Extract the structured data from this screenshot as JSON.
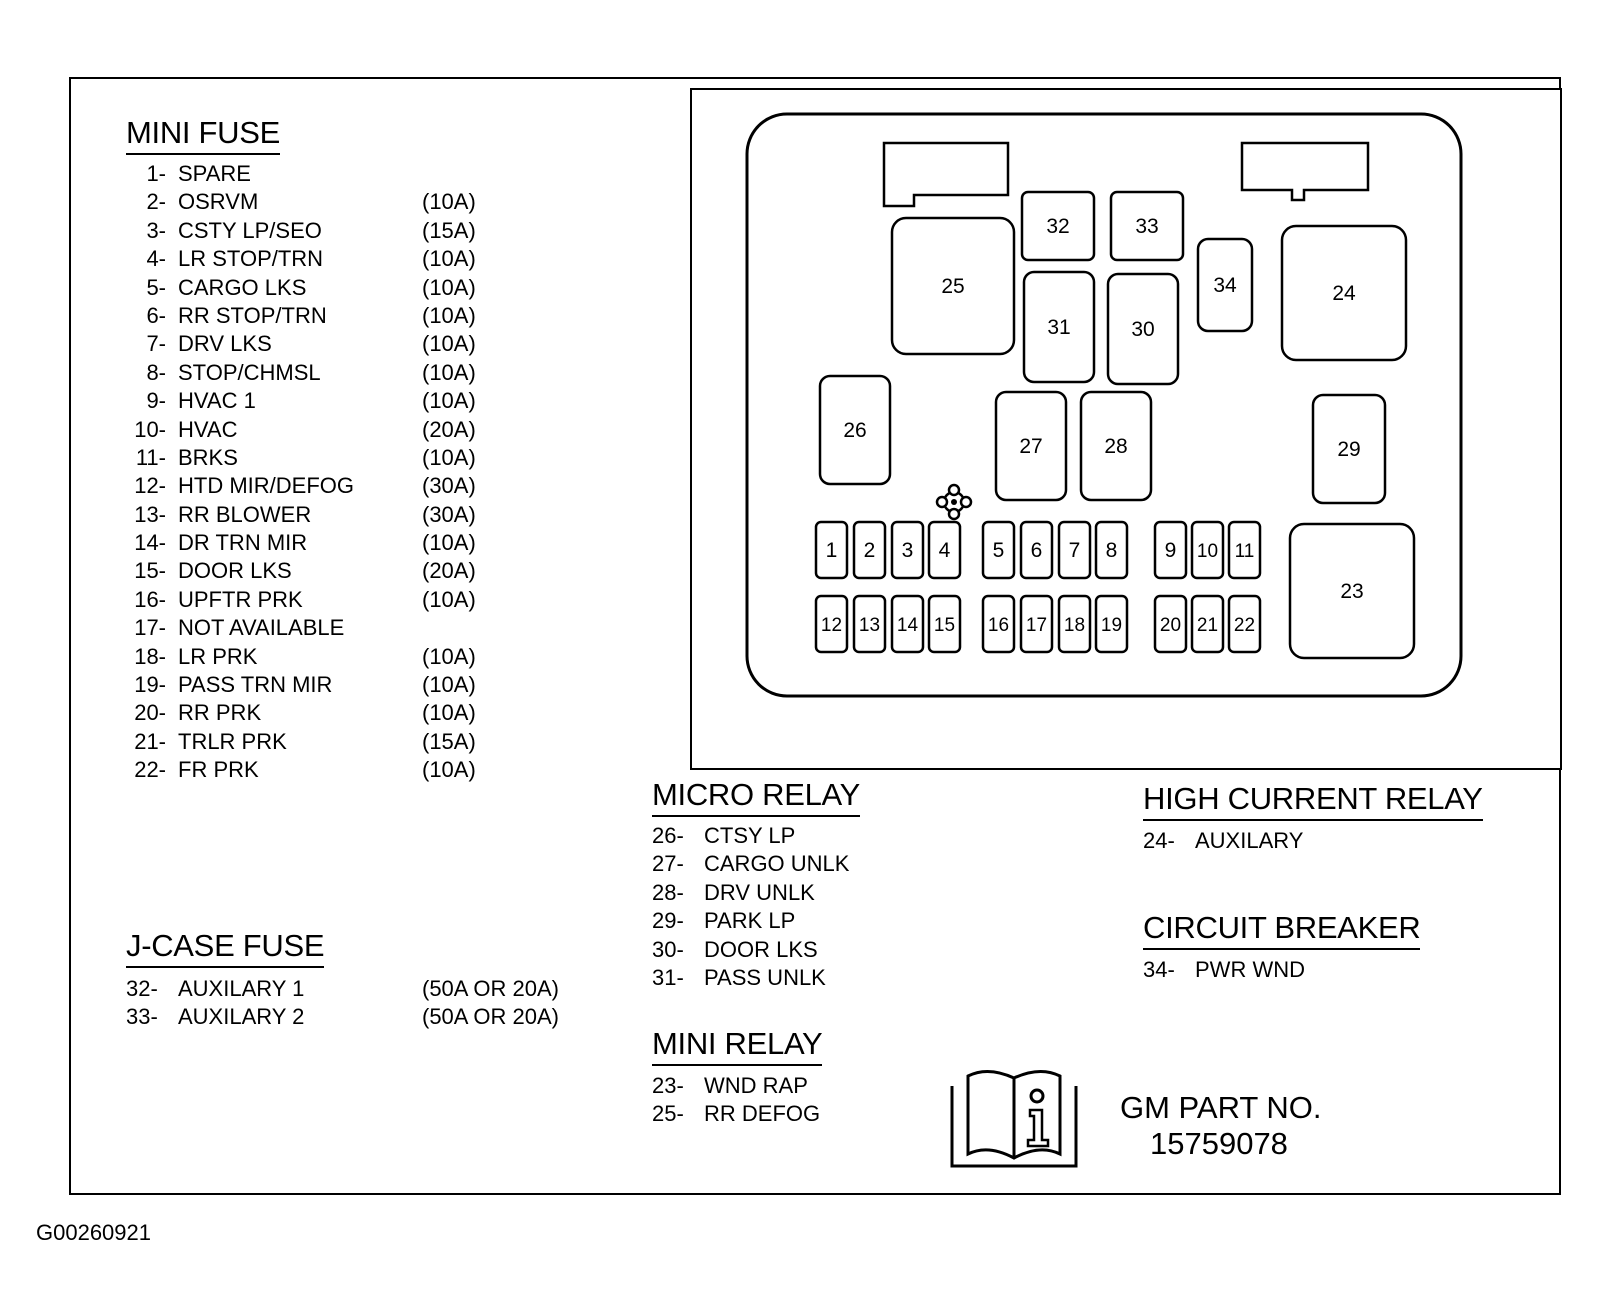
{
  "mini_fuse": {
    "title": "MINI FUSE",
    "items": [
      {
        "num": "1-",
        "label": "SPARE",
        "rating": ""
      },
      {
        "num": "2-",
        "label": "OSRVM",
        "rating": "(10A)"
      },
      {
        "num": "3-",
        "label": "CSTY LP/SEO",
        "rating": "(15A)"
      },
      {
        "num": "4-",
        "label": "LR STOP/TRN",
        "rating": "(10A)"
      },
      {
        "num": "5-",
        "label": "CARGO LKS",
        "rating": "(10A)"
      },
      {
        "num": "6-",
        "label": "RR STOP/TRN",
        "rating": "(10A)"
      },
      {
        "num": "7-",
        "label": "DRV LKS",
        "rating": "(10A)"
      },
      {
        "num": "8-",
        "label": "STOP/CHMSL",
        "rating": "(10A)"
      },
      {
        "num": "9-",
        "label": "HVAC 1",
        "rating": "(10A)"
      },
      {
        "num": "10-",
        "label": "HVAC",
        "rating": "(20A)"
      },
      {
        "num": "11-",
        "label": "BRKS",
        "rating": "(10A)"
      },
      {
        "num": "12-",
        "label": "HTD MIR/DEFOG",
        "rating": "(30A)"
      },
      {
        "num": "13-",
        "label": "RR BLOWER",
        "rating": "(30A)"
      },
      {
        "num": "14-",
        "label": "DR TRN MIR",
        "rating": "(10A)"
      },
      {
        "num": "15-",
        "label": "DOOR LKS",
        "rating": "(20A)"
      },
      {
        "num": "16-",
        "label": "UPFTR PRK",
        "rating": "(10A)"
      },
      {
        "num": "17-",
        "label": "NOT AVAILABLE",
        "rating": ""
      },
      {
        "num": "18-",
        "label": "LR PRK",
        "rating": "(10A)"
      },
      {
        "num": "19-",
        "label": "PASS TRN MIR",
        "rating": "(10A)"
      },
      {
        "num": "20-",
        "label": "RR PRK",
        "rating": "(10A)"
      },
      {
        "num": "21-",
        "label": "TRLR PRK",
        "rating": "(15A)"
      },
      {
        "num": "22-",
        "label": "FR PRK",
        "rating": "(10A)"
      }
    ]
  },
  "j_case_fuse": {
    "title": "J-CASE FUSE",
    "items": [
      {
        "num": "32-",
        "label": "AUXILARY 1",
        "rating": "(50A OR 20A)"
      },
      {
        "num": "33-",
        "label": "AUXILARY 2",
        "rating": "(50A OR 20A)"
      }
    ]
  },
  "micro_relay": {
    "title": "MICRO RELAY",
    "items": [
      {
        "num": "26-",
        "label": "CTSY LP"
      },
      {
        "num": "27-",
        "label": "CARGO UNLK"
      },
      {
        "num": "28-",
        "label": "DRV UNLK"
      },
      {
        "num": "29-",
        "label": "PARK LP"
      },
      {
        "num": "30-",
        "label": "DOOR LKS"
      },
      {
        "num": "31-",
        "label": "PASS UNLK"
      }
    ]
  },
  "mini_relay": {
    "title": "MINI RELAY",
    "items": [
      {
        "num": "23-",
        "label": "WND RAP"
      },
      {
        "num": "25-",
        "label": "RR DEFOG"
      }
    ]
  },
  "high_current_relay": {
    "title": "HIGH CURRENT RELAY",
    "items": [
      {
        "num": "24-",
        "label": "AUXILARY"
      }
    ]
  },
  "circuit_breaker": {
    "title": "CIRCUIT BREAKER",
    "items": [
      {
        "num": "34-",
        "label": "PWR WND"
      }
    ]
  },
  "gm_part": {
    "label": "GM PART NO.",
    "number": "15759078"
  },
  "figure_id": "G00260921",
  "fuse_block": {
    "slot_labels": [
      "1",
      "2",
      "3",
      "4",
      "5",
      "6",
      "7",
      "8",
      "9",
      "10",
      "11",
      "12",
      "13",
      "14",
      "15",
      "16",
      "17",
      "18",
      "19",
      "20",
      "21",
      "22",
      "23",
      "24",
      "25",
      "26",
      "27",
      "28",
      "29",
      "30",
      "31",
      "32",
      "33",
      "34"
    ]
  },
  "icons": {
    "manual": "info-book-icon",
    "mount": "mounting-hole-icon"
  }
}
